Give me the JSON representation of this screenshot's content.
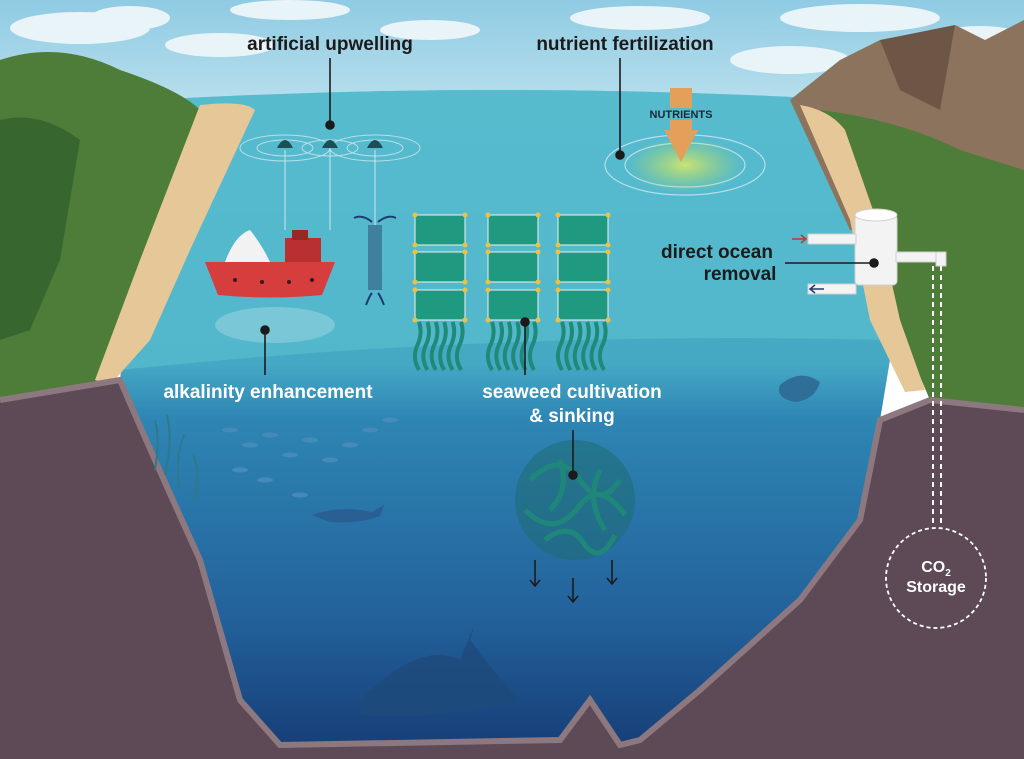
{
  "labels": {
    "artificial_upwelling": "artificial upwelling",
    "nutrient_fertilization": "nutrient fertilization",
    "nutrients": "NUTRIENTS",
    "direct_ocean_removal_1": "direct ocean",
    "direct_ocean_removal_2": "removal",
    "alkalinity_enhancement": "alkalinity enhancement",
    "seaweed_1": "seaweed cultivation",
    "seaweed_2": "& sinking",
    "co2": "CO",
    "co2_sub": "2",
    "storage": "Storage"
  },
  "colors": {
    "sky": "#9fd3e8",
    "cloud": "#e8f3f8",
    "ocean_surface": "#4fb3c9",
    "ocean_mid": "#2f7fb0",
    "ocean_deep": "#1a4f86",
    "rock": "#5d4a55",
    "rock_edge": "#8a767e",
    "sand": "#e7c99a",
    "forest": "#4a7a36",
    "forest_dark": "#2e5a2a",
    "mountain": "#8a6f58",
    "seaweed": "#1f8a78",
    "ship": "#d63d3d",
    "nutrient_arrow": "#e4a05a",
    "leader_line": "#1b1b1b"
  },
  "icons": [
    "buoy-icon",
    "ship-icon",
    "seaweed-farm-icon",
    "turtle-icon",
    "shark-icon",
    "whale-icon",
    "pipe-icon",
    "arrow-down-icon"
  ]
}
